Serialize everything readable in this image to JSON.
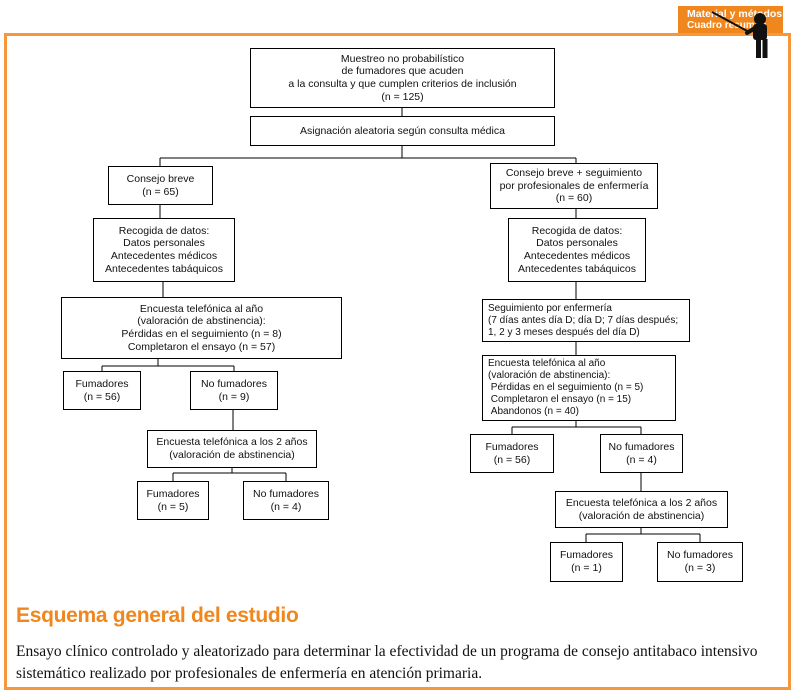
{
  "corner_tab": {
    "line1": "Material y métodos",
    "line2": "Cuadro resumen"
  },
  "colors": {
    "frame_orange": "#F5973A",
    "tab_orange": "#F0861E",
    "title_orange": "#F0861E",
    "box_border": "#000000"
  },
  "flow": {
    "nodes": [
      {
        "name": "sampling",
        "text": "Muestreo no probabilístico\nde fumadores que acuden\na la consulta y que cumplen criterios de inclusión\n(n = 125)"
      },
      {
        "name": "randomization",
        "text": "Asignación aleatoria según consulta médica"
      },
      {
        "name": "brief-advice",
        "text": "Consejo breve\n(n = 65)"
      },
      {
        "name": "advice-plus-followup",
        "text": "Consejo breve + seguimiento\npor profesionales de enfermería\n(n = 60)"
      },
      {
        "name": "data-collection-left",
        "text": "Recogida de datos:\nDatos personales\nAntecedentes médicos\nAntecedentes tabáquicos"
      },
      {
        "name": "data-collection-right",
        "text": "Recogida de datos:\nDatos personales\nAntecedentes médicos\nAntecedentes tabáquicos"
      },
      {
        "name": "one-year-survey-left",
        "text": "Encuesta telefónica al año\n(valoración de abstinencia):\nPérdidas en el seguimiento (n = 8)\nCompletaron el ensayo (n = 57)"
      },
      {
        "name": "smokers-1y-left",
        "text": "Fumadores\n(n = 56)"
      },
      {
        "name": "non-smokers-1y-left",
        "text": "No fumadores\n(n = 9)"
      },
      {
        "name": "two-year-survey-left",
        "text": "Encuesta telefónica a los 2 años\n(valoración de abstinencia)"
      },
      {
        "name": "smokers-2y-left",
        "text": "Fumadores\n(n = 5)"
      },
      {
        "name": "non-smokers-2y-left",
        "text": "No fumadores\n(n = 4)"
      },
      {
        "name": "nursing-followup",
        "text": "Seguimiento por enfermería\n(7 días antes día D; día D; 7 días después;\n1, 2 y 3 meses después del día D)"
      },
      {
        "name": "one-year-survey-right",
        "text": "Encuesta telefónica al año\n(valoración de abstinencia):\n Pérdidas en el seguimiento (n = 5)\n Completaron el ensayo (n = 15)\n Abandonos (n = 40)"
      },
      {
        "name": "smokers-1y-right",
        "text": "Fumadores\n(n = 56)"
      },
      {
        "name": "non-smokers-1y-right",
        "text": "No fumadores\n(n = 4)"
      },
      {
        "name": "two-year-survey-right",
        "text": "Encuesta telefónica a los 2 años\n(valoración de abstinencia)"
      },
      {
        "name": "smokers-2y-right",
        "text": "Fumadores\n(n = 1)"
      },
      {
        "name": "non-smokers-2y-right",
        "text": "No fumadores\n(n = 3)"
      }
    ]
  },
  "footer": {
    "title": "Esquema general del estudio",
    "caption": "Ensayo clínico controlado y aleatorizado para determinar la efectividad de un programa de consejo antitabaco intensivo\nsistemático realizado por profesionales de enfermería en atención primaria."
  }
}
